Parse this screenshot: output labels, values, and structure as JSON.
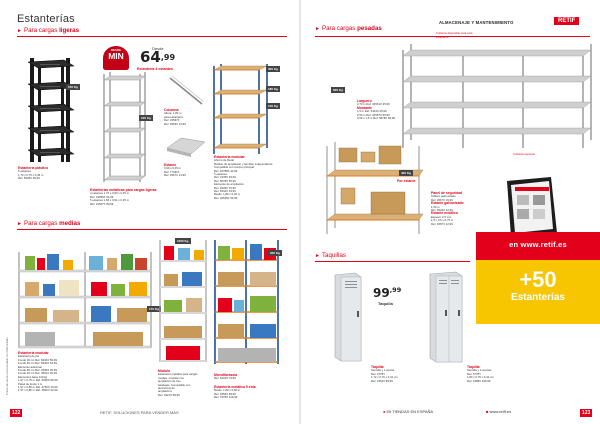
{
  "left": {
    "title": "Estanterías",
    "sub1": {
      "prefix": "Para cargas",
      "bold": "ligeras"
    },
    "sub2": {
      "prefix": "Para cargas",
      "bold": "medias"
    },
    "badge_min": {
      "top": "DESDE",
      "main": "MIN"
    },
    "desde": "Desde",
    "price_int": "64",
    "price_dec": ",99",
    "price_note": "Estantería 4 estantes",
    "weights": [
      "300 Kg",
      "150 Kg",
      "100 Kg",
      "180 Kg",
      "120 Kg",
      "1200 Kg",
      "170 Kg",
      "200 Kg"
    ],
    "cap1": {
      "title": "Estantería plástico",
      "lines": [
        "5 estantes",
        "1,70 x 0,75 x 0,45 m",
        "Ref. 5936X   35,99"
      ]
    },
    "cap2": {
      "title": "Estanterías metálicas para cargas ligeras",
      "lines": [
        "4 estantes   1,70 x 0,90 x 0,45 m",
        "Ref. 43955X   64,99",
        "5 estantes   1,82 x 0,91 x 0,35 m",
        "Ref. 24567X   89,99"
      ]
    },
    "cap3": {
      "title": "Columna",
      "lines": [
        "Altura: 1,82 m",
        "para estantería",
        "Ref. 34567X",
        "Ref. 4563X   12,99"
      ]
    },
    "cap4": {
      "title": "Estante",
      "lines": [
        "0,90 x 0,45 m",
        "Ref. 77431X",
        "Ref. 4567X   14,99"
      ]
    },
    "cap5": {
      "title": "Estantería modular",
      "lines": [
        "Ahorro de Metal",
        "Módulo de ampliación y también independiente.",
        "Compatible con cuerpo principal.",
        "Ref. 46788X   44,99",
        "5 estantes",
        "Ref. 2345X   33,99",
        "Ref. 5678X   55,99",
        "Elemento de ampliación",
        "Ref. 4536X   75,99",
        "Ref. 6544X   19,99",
        "Medio: 1,80 x 0,40 m",
        "Ref. 46545X   59,99"
      ]
    },
    "cap6": {
      "title": "Estantería modular",
      "lines": [
        "Estantería de pie",
        "Fondo 30 cm  Ref. 8234X   59,99",
        "Fondo 40 cm  Ref. 8340X   64,99",
        "Elemento adicional",
        "Fondo 30 cm  Ref. 4345X   39,99",
        "Fondo 40 cm  Ref. 4501X   45,99",
        "Elementos base 120 kg",
        "1,97 x 0,75 m  Ref. 5390X   89,99",
        "Panel de fondo 1 m",
        "1,97 x 0,80 m  Ref. 4766X   19,99",
        "1,97 x 0,85 m  Ref. 4502X   22,99"
      ]
    },
    "cap7": {
      "title": "Módulo",
      "lines": [
        "Estantería metálica para cargas",
        "medias, modular con",
        "ampliación de tres",
        "bandejas. Compatible con",
        "elementos de",
        "ampliación.",
        "Ref. 4321X   89,99"
      ]
    },
    "cap8": {
      "title": "Microfibrasola",
      "lines": [
        "Ref. 6434X   79,99"
      ]
    },
    "cap9": {
      "title": "Estantería metálica 5 esta.",
      "lines": [
        "Medio: 1,80 x 0,90 m",
        "Ref. 4566X   99,99",
        "Ref. 7678X   129,99"
      ]
    },
    "side_note": "Precio de venta recomendado con IVA incluido",
    "footer_text": "RETIF, SOLUCIONES PARA VENDER MÁS",
    "page_no": "122"
  },
  "right": {
    "sub1": {
      "prefix": "Para cargas",
      "bold": "pesadas"
    },
    "sub2": {
      "title": "Taquillas"
    },
    "header_text": "ALMACENAJE Y MANTENIMIENTO",
    "brand": "RETIF",
    "weights": [
      "600 Kg",
      "400 Kg"
    ],
    "annot1": "Cubierta disponible para esta estantería",
    "annot2": "Cubierta especial",
    "cap_l": {
      "title": "Larguero",
      "lines": [
        "2,70 m      Ref. 34561X   35,99",
        "Montante",
        "1,5 m       Ref. 5434X    45,99",
        "2,50 m      Ref. 34567X   59,99",
        "3,00 x 1,5 m Ref. 5678X   69,99"
      ]
    },
    "cap_r1": {
      "title": "Por estante",
      "lines": []
    },
    "cap_r2": {
      "title": "Panel de seguridad",
      "lines": [
        "Tablero aglomerado",
        "Ref. 4567X   15,99",
        "Estante galvanizado",
        "1,50 m",
        "Ref. 6543X   22,99",
        "Estante metálico",
        "Espesor 2,5 mm",
        "1,5 x 0,6 x 0,75 m",
        "Ref. 4567X   12,99"
      ]
    },
    "promo_url": "en www.retif.es",
    "promo_big": "+50",
    "promo_sub": "Estanterías",
    "locker_price_int": "99",
    "locker_price_dec": ",99",
    "locker_label": "Taquilla",
    "cap_t1": {
      "title": "Taquilla",
      "lines": [
        "Sencilla y 1 puerta",
        "Ref. 3778Y",
        "1,72 x 0,76 x 0,41 cm",
        "Ref. 4352X   99,99"
      ]
    },
    "cap_t2": {
      "title": "Taquilla",
      "lines": [
        "Sencilla y 2 puertas",
        "Ref. 5778Y",
        "1,80 x 0,76 x 0,41 cm",
        "Ref. 4398X   199,99"
      ]
    },
    "footer_shops": "59 TIENDAS EN ESPAÑA",
    "footer_web": "www.retif.es",
    "page_no": "123"
  }
}
